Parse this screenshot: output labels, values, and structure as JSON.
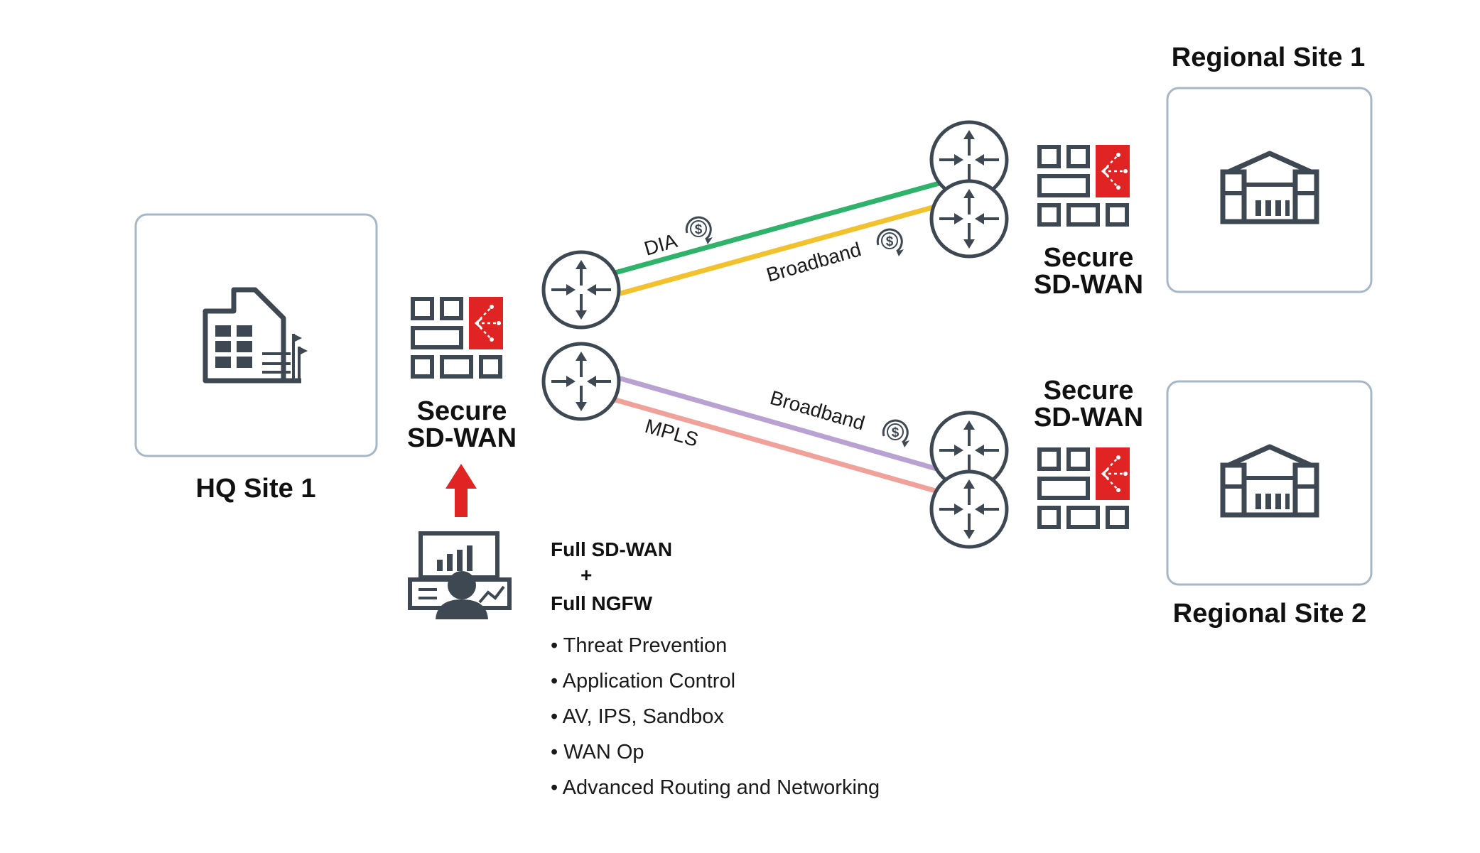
{
  "hq_site": {
    "label": "HQ Site 1"
  },
  "regional_site_1": {
    "label": "Regional Site 1"
  },
  "regional_site_2": {
    "label": "Regional Site 2"
  },
  "hq_sdwan": {
    "line1": "Secure",
    "line2": "SD-WAN"
  },
  "regional_sdwan_1": {
    "line1": "Secure",
    "line2": "SD-WAN"
  },
  "regional_sdwan_2": {
    "line1": "Secure",
    "line2": "SD-WAN"
  },
  "links": {
    "dia": {
      "label": "DIA",
      "color": "#2fb26a"
    },
    "broadband_top": {
      "label": "Broadband",
      "color": "#f2c12e"
    },
    "broadband_bottom": {
      "label": "Broadband",
      "color": "#b9a2d1"
    },
    "mpls": {
      "label": "MPLS",
      "color": "#f0a29a"
    }
  },
  "features": {
    "heading_1": "Full SD-WAN",
    "plus": "+",
    "heading_2": "Full NGFW",
    "items": [
      "• Threat Prevention",
      "• Application Control",
      "• AV, IPS, Sandbox",
      "• WAN Op",
      "• Advanced Routing and Networking"
    ]
  },
  "colors": {
    "icon_gray": "#3d4852",
    "accent_red": "#e02424",
    "site_border": "#a7b7c6"
  },
  "icons": [
    "building-icon",
    "firewall-icon",
    "router-icon",
    "dollar-sync-icon",
    "admin-console-icon",
    "up-arrow-icon"
  ]
}
